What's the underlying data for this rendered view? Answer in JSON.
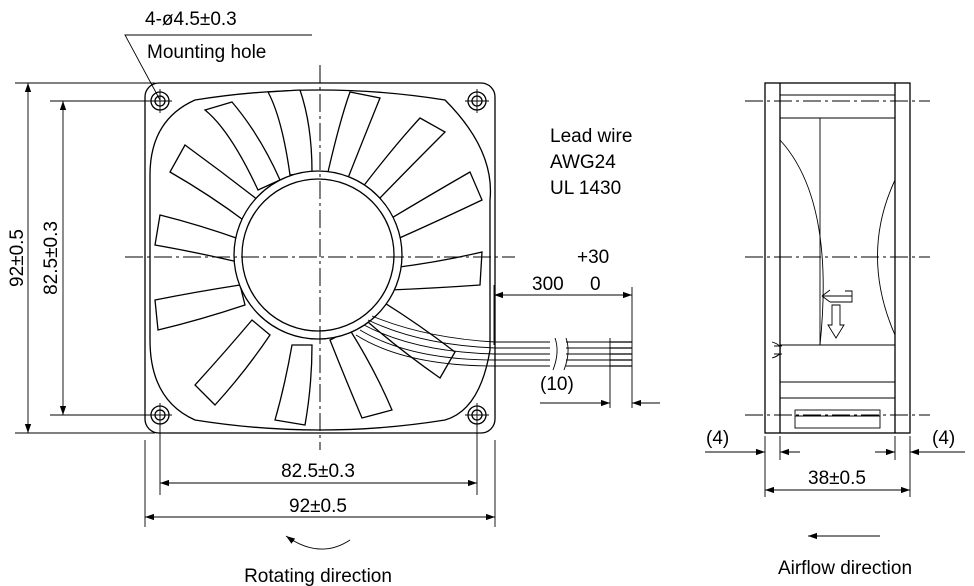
{
  "front_view": {
    "mounting_hole_spec": "4-ø4.5±0.3",
    "mounting_hole_label": "Mounting hole",
    "lead_wire": {
      "line1": "Lead wire",
      "line2": "AWG24",
      "line3": "UL 1430"
    },
    "wire_length": {
      "nominal": "300",
      "upper_tol": "+30",
      "lower_tol": "0"
    },
    "strip_length": "(10)",
    "height_outer": "92±0.5",
    "height_holes": "82.5±0.3",
    "width_holes": "82.5±0.3",
    "width_outer": "92±0.5",
    "rotation_label": "Rotating direction"
  },
  "side_view": {
    "flange_left": "(4)",
    "flange_right": "(4)",
    "depth": "38±0.5",
    "airflow_label": "Airflow direction"
  }
}
